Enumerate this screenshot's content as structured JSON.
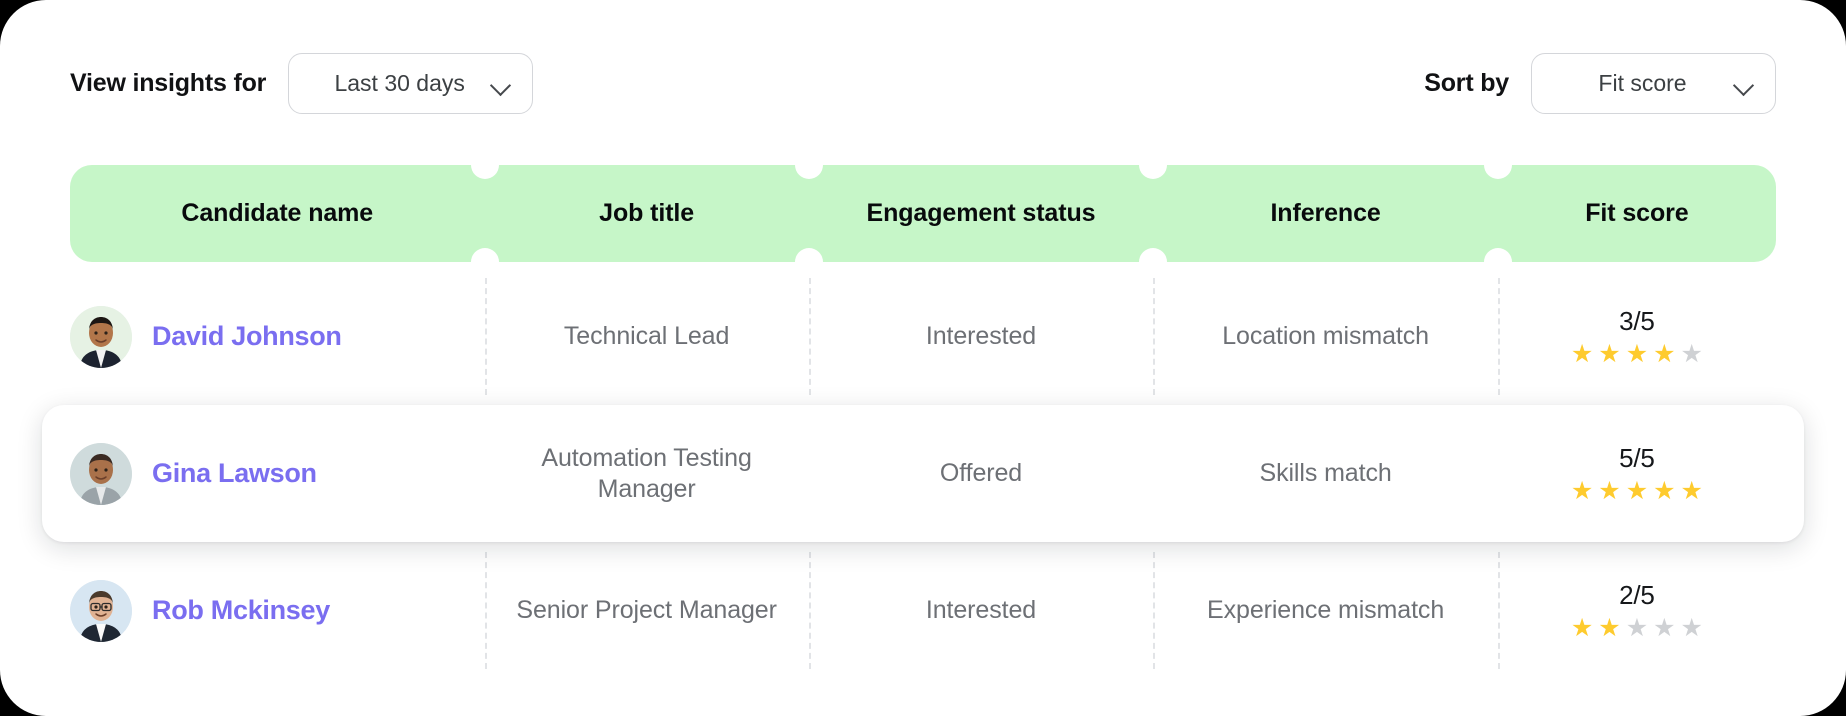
{
  "toolbar": {
    "left_label": "View insights for",
    "period_select": {
      "value": "Last 30 days",
      "icon": "chevron-down-icon"
    },
    "right_label": "Sort by",
    "sort_select": {
      "value": "Fit score",
      "icon": "chevron-down-icon"
    }
  },
  "table": {
    "columns": [
      {
        "label": "Candidate name"
      },
      {
        "label": "Job title"
      },
      {
        "label": "Engagement status"
      },
      {
        "label": "Inference"
      },
      {
        "label": "Fit score"
      }
    ],
    "rows": [
      {
        "name": "David Johnson",
        "job_title": "Technical Lead",
        "engagement_status": "Interested",
        "inference": "Location mismatch",
        "fit_score": "3/5",
        "stars_filled": 4,
        "stars_total": 5,
        "highlighted": false,
        "avatar": "avatar-david-johnson"
      },
      {
        "name": "Gina Lawson",
        "job_title": "Automation Testing Manager",
        "engagement_status": "Offered",
        "inference": "Skills match",
        "fit_score": "5/5",
        "stars_filled": 5,
        "stars_total": 5,
        "highlighted": true,
        "avatar": "avatar-gina-lawson"
      },
      {
        "name": "Rob Mckinsey",
        "job_title": "Senior Project Manager",
        "engagement_status": "Interested",
        "inference": "Experience mismatch",
        "fit_score": "2/5",
        "stars_filled": 2,
        "stars_total": 5,
        "highlighted": false,
        "avatar": "avatar-rob-mckinsey"
      }
    ]
  },
  "colors": {
    "header_green": "#c6f6c8",
    "name_purple": "#7a6ef0",
    "star_on": "#fecb2e",
    "star_off": "#cfd1d4",
    "muted_text": "#6d7075"
  }
}
